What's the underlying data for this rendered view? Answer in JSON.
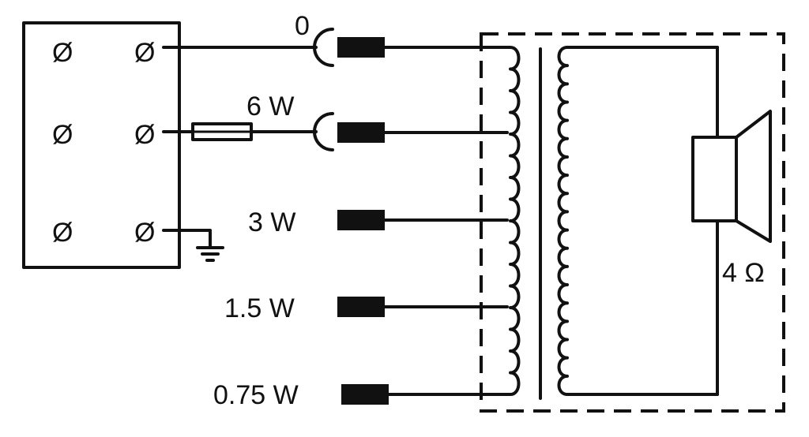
{
  "diagram": {
    "taps": [
      {
        "label": "0",
        "fused": false
      },
      {
        "label": "6 W",
        "fused": true
      },
      {
        "label": "3 W",
        "fused": false
      },
      {
        "label": "1.5 W",
        "fused": false
      },
      {
        "label": "0.75 W",
        "fused": false
      }
    ],
    "impedance_label": "4 Ω",
    "terminal_block": {
      "rows": 3,
      "cols": 2,
      "symbol": "Ø"
    },
    "icons": [
      "terminal-screw-icon",
      "fuse-icon",
      "ground-icon",
      "socket-icon",
      "plug-icon",
      "transformer-icon",
      "speaker-icon"
    ],
    "colors": {
      "ink": "#111111",
      "background": "#ffffff"
    }
  }
}
